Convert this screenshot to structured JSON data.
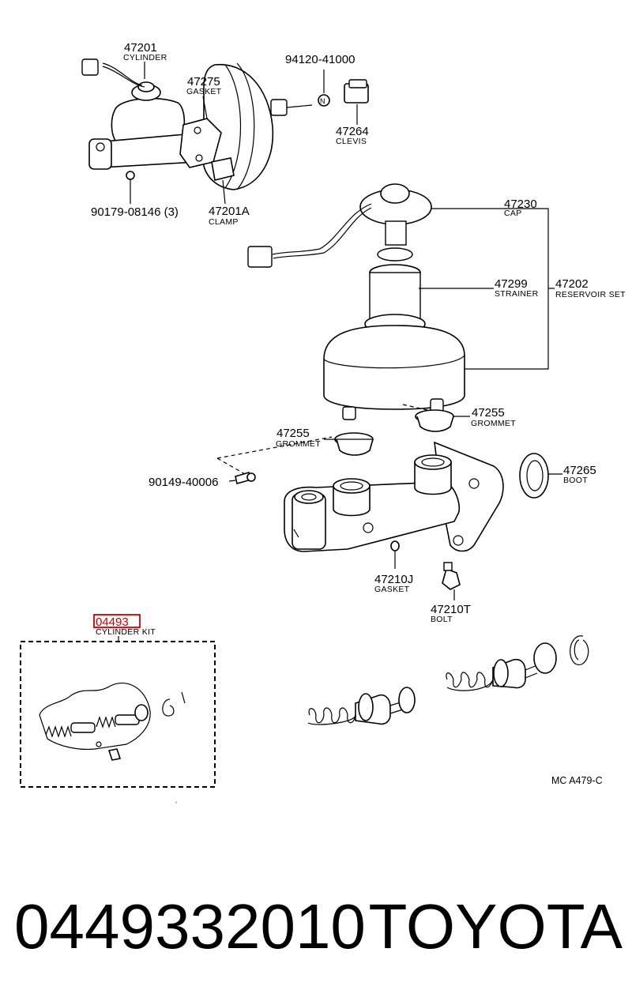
{
  "diagram": {
    "ref_code": "MC A479-C",
    "labels": {
      "l47201": {
        "pn": "47201",
        "name": "CYLINDER"
      },
      "l47275": {
        "pn": "47275",
        "name": "GASKET"
      },
      "l94120": {
        "pn": "94120-41000"
      },
      "l47264": {
        "pn": "47264",
        "name": "CLEVIS"
      },
      "l90179": {
        "pn": "90179-08146 (3)"
      },
      "l47201A": {
        "pn": "47201A",
        "name": "CLAMP"
      },
      "l47230": {
        "pn": "47230",
        "name": "CAP"
      },
      "l47299": {
        "pn": "47299",
        "name": "STRAINER"
      },
      "l47202": {
        "pn": "47202",
        "name": "RESERVOIR SET"
      },
      "l47255a": {
        "pn": "47255",
        "name": "GROMMET"
      },
      "l47255b": {
        "pn": "47255",
        "name": "GROMMET"
      },
      "l90149": {
        "pn": "90149-40006"
      },
      "l47265": {
        "pn": "47265",
        "name": "BOOT"
      },
      "l47210J": {
        "pn": "47210J",
        "name": "GASKET"
      },
      "l47210T": {
        "pn": "47210T",
        "name": "BOLT"
      },
      "l04493": {
        "pn": "04493",
        "name": "CYLINDER KIT"
      }
    },
    "highlight_color": "#cc0000"
  },
  "footer": {
    "part_number": "0449332010",
    "brand": "TOYOTA"
  }
}
